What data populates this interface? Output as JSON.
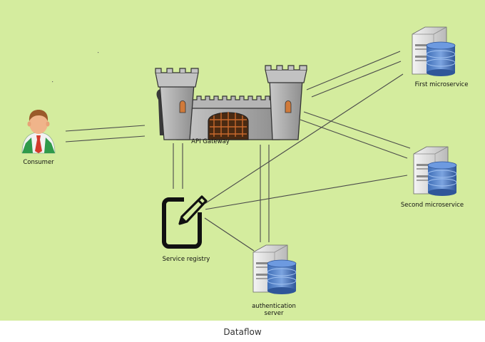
{
  "diagram": {
    "caption": "Dataflow",
    "colors": {
      "background": "#d4ec9e",
      "line": "#4a4a4a"
    },
    "nodes": {
      "consumer": {
        "label": "Consumer",
        "icon": "user-icon"
      },
      "gateway": {
        "label": "API Gateway",
        "icon": "castle-icon"
      },
      "first_service": {
        "label": "First microservice",
        "icon": "server-database-icon"
      },
      "second_service": {
        "label": "Second microservice",
        "icon": "server-database-icon"
      },
      "registry": {
        "label": "Service registry",
        "icon": "edit-icon"
      },
      "auth": {
        "label_line1": "authentication",
        "label_line2": "server",
        "icon": "server-database-icon"
      }
    }
  }
}
